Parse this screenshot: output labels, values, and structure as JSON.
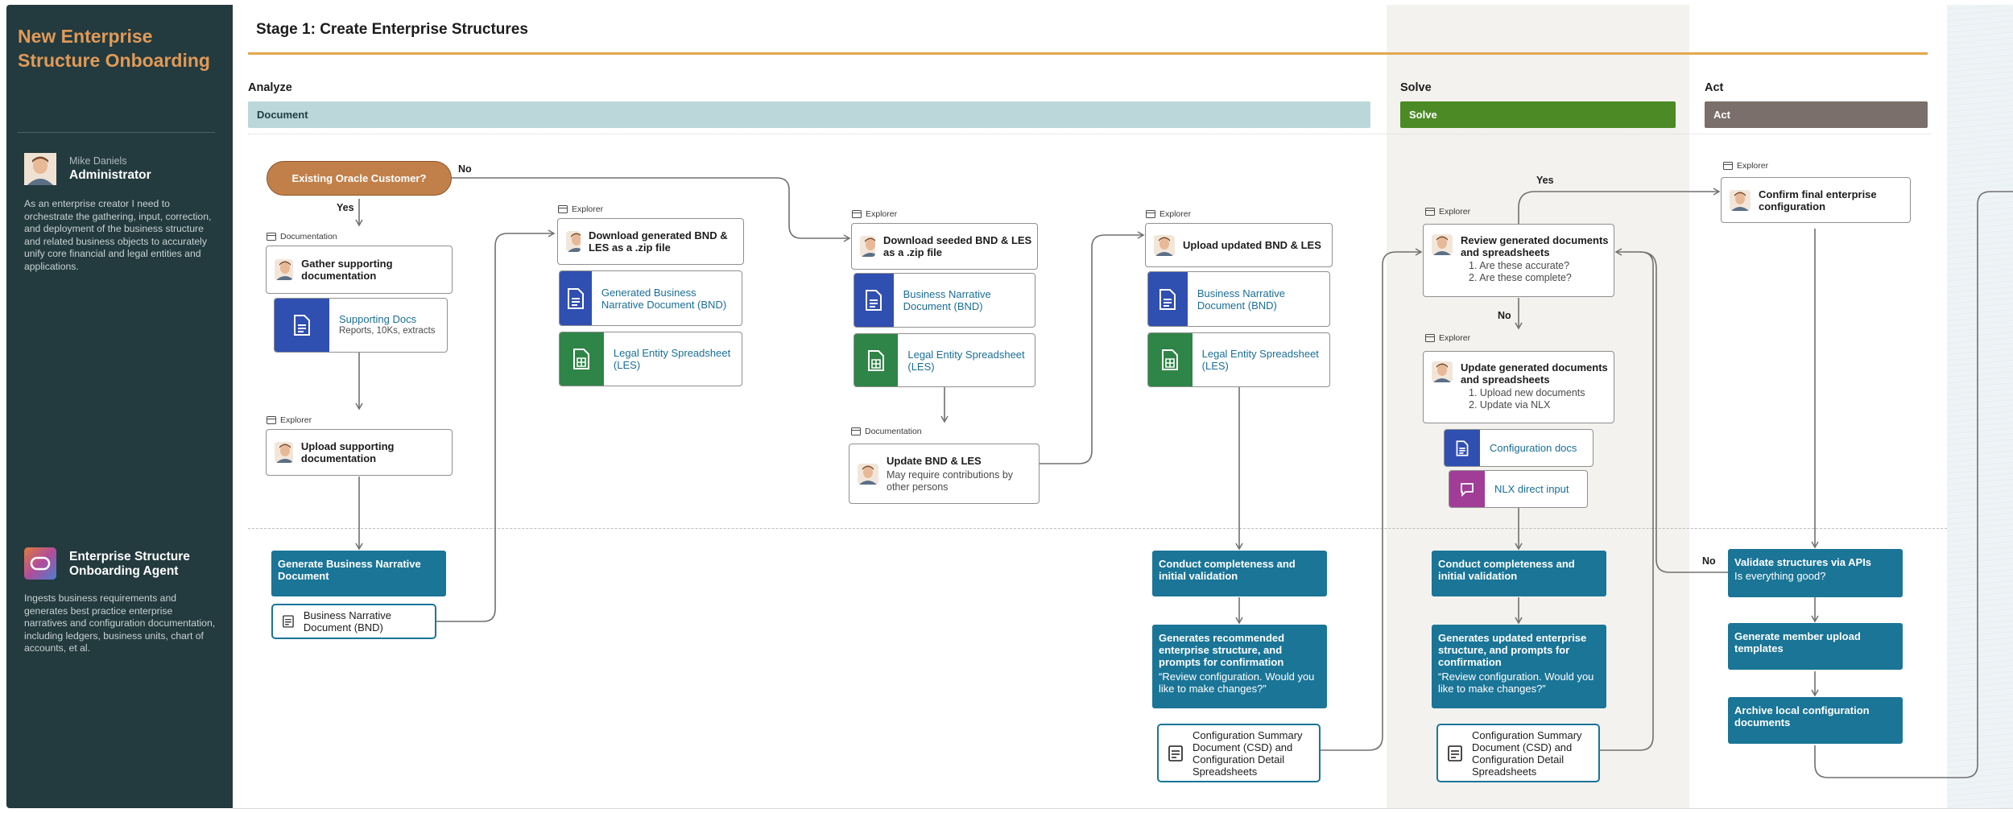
{
  "sidebar": {
    "title": "New Enterprise Structure Onboarding",
    "user": {
      "name": "Mike Daniels",
      "role": "Administrator",
      "description": "As an enterprise creator I need to orchestrate the gathering, input, correction, and deployment of the business structure and related business objects to accurately unify core financial and legal entities and applications."
    },
    "agent": {
      "name": "Enterprise Structure Onboarding Agent",
      "description": "Ingests business requirements and generates best practice enterprise narratives and configuration documentation, including ledgers, business units, chart of accounts, et al."
    }
  },
  "header": {
    "stage_title": "Stage 1: Create Enterprise Structures"
  },
  "phases": {
    "analyze": {
      "label": "Analyze",
      "bar": "Document"
    },
    "solve": {
      "label": "Solve",
      "bar": "Solve"
    },
    "act": {
      "label": "Act",
      "bar": "Act"
    }
  },
  "colors": {
    "accent": "#e3a84f",
    "teal": "#1a7597",
    "sidebar": "#233a3e",
    "solve_green": "#4c8a26",
    "act_gray": "#7a6f6a",
    "document_bar": "#bcd7da"
  },
  "nodes": {
    "existing_customer": "Existing Oracle Customer?",
    "gather": {
      "tag": "Documentation",
      "title": "Gather supporting documentation"
    },
    "supporting_docs": {
      "label": "Supporting Docs",
      "sub": "Reports, 10Ks, extracts",
      "icon": "document-icon"
    },
    "upload_supporting": {
      "tag": "Explorer",
      "title": "Upload supporting documentation"
    },
    "download_generated": {
      "tag": "Explorer",
      "title": "Download generated BND & LES as a .zip file"
    },
    "gen_bnd_doc": {
      "label": "Generated Business Narrative Document (BND)",
      "icon": "document-icon"
    },
    "les_1": {
      "label": "Legal Entity Spreadsheet (LES)",
      "icon": "spreadsheet-icon"
    },
    "download_seeded": {
      "tag": "Explorer",
      "title": "Download seeded BND & LES as a .zip file"
    },
    "bnd_doc_2": {
      "label": "Business Narrative Document (BND)",
      "icon": "document-icon"
    },
    "les_2": {
      "label": "Legal Entity Spreadsheet (LES)",
      "icon": "spreadsheet-icon"
    },
    "update_bnd": {
      "tag": "Documentation",
      "title": "Update BND & LES",
      "sub": "May require contributions by other persons"
    },
    "upload_updated": {
      "tag": "Explorer",
      "title": "Upload updated BND & LES"
    },
    "bnd_doc_3": {
      "label": "Business Narrative Document (BND)",
      "icon": "document-icon"
    },
    "les_3": {
      "label": "Legal Entity Spreadsheet (LES)",
      "icon": "spreadsheet-icon"
    },
    "gen_bnd": "Generate Business Narrative Document",
    "bnd_out": "Business Narrative Document (BND)",
    "conduct_1": "Conduct completeness and initial validation",
    "recommend": {
      "title": "Generates recommended enterprise structure, and prompts for confirmation",
      "q": "“Review configuration. Would you like to make changes?”"
    },
    "csd_1": "Configuration Summary Document (CSD) and Configuration Detail Spreadsheets",
    "review": {
      "tag": "Explorer",
      "title": "Review generated documents and spreadsheets",
      "items": [
        "1. Are these accurate?",
        "2. Are these complete?"
      ]
    },
    "update_generated": {
      "tag": "Explorer",
      "title": "Update generated documents and spreadsheets",
      "items": [
        "1. Upload new documents",
        "2. Update via NLX"
      ]
    },
    "config_docs": {
      "label": "Configuration docs",
      "icon": "document-icon"
    },
    "nlx_input": {
      "label": "NLX direct input",
      "icon": "chat-icon"
    },
    "conduct_2": "Conduct completeness and initial validation",
    "updated_struct": {
      "title": "Generates updated enterprise structure, and prompts for confirmation",
      "q": "“Review configuration. Would you like to make changes?”"
    },
    "csd_2": "Configuration Summary Document (CSD) and Configuration Detail Spreadsheets",
    "confirm_final": {
      "tag": "Explorer",
      "title": "Confirm final enterprise configuration"
    },
    "validate": {
      "title": "Validate structures via APIs",
      "q": "Is everything good?"
    },
    "member_upload": "Generate member upload templates",
    "archive": "Archive local configuration documents"
  },
  "edge_labels": {
    "yes_1": "Yes",
    "no_1": "No",
    "yes_2": "Yes",
    "no_2": "No",
    "no_3": "No"
  }
}
